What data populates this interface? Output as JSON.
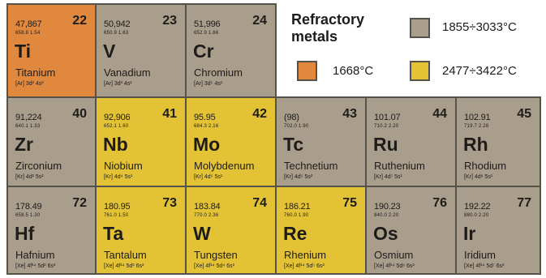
{
  "legend": {
    "title_line1": "Refractory",
    "title_line2": "metals",
    "ranges": [
      {
        "text": "1855÷3033°C",
        "color": "#a99d8b"
      },
      {
        "text": "1668°C",
        "color": "#e1883f"
      },
      {
        "text": "2477÷3422°C",
        "color": "#e3c236"
      }
    ]
  },
  "elements": [
    {
      "mass": "47,867",
      "z": "22",
      "props": "658.8   1.54",
      "symbol": "Ti",
      "name": "Titanium",
      "config": "[Ar] 3d² 4s²",
      "color": "#e1883f"
    },
    {
      "mass": "50,942",
      "z": "23",
      "props": "650.9   1.63",
      "symbol": "V",
      "name": "Vanadium",
      "config": "[Ar] 3d³ 4s²",
      "color": "#a99d8b"
    },
    {
      "mass": "51,996",
      "z": "24",
      "props": "652.9   1.66",
      "symbol": "Cr",
      "name": "Chromium",
      "config": "[Ar] 3d⁵ 4s¹",
      "color": "#a99d8b"
    },
    {
      "mass": "91,224",
      "z": "40",
      "props": "640.1   1.33",
      "symbol": "Zr",
      "name": "Zirconium",
      "config": "[Kr] 4d² 5s²",
      "color": "#a99d8b"
    },
    {
      "mass": "92,906",
      "z": "41",
      "props": "652.1   1.60",
      "symbol": "Nb",
      "name": "Niobium",
      "config": "[Kr] 4d⁴ 5s¹",
      "color": "#e3c236"
    },
    {
      "mass": "95.95",
      "z": "42",
      "props": "684.3   2.16",
      "symbol": "Mo",
      "name": "Molybdenum",
      "config": "[Kr] 4d⁵ 5s¹",
      "color": "#e3c236"
    },
    {
      "mass": "(98)",
      "z": "43",
      "props": "702.0   1.90",
      "symbol": "Tc",
      "name": "Technetium",
      "config": "[Kr] 4d⁵ 5s²",
      "color": "#a99d8b"
    },
    {
      "mass": "101.07",
      "z": "44",
      "props": "710.2   2.20",
      "symbol": "Ru",
      "name": "Ruthenium",
      "config": "[Kr] 4d⁷ 5s¹",
      "color": "#a99d8b"
    },
    {
      "mass": "102.91",
      "z": "45",
      "props": "719.7   2.28",
      "symbol": "Rh",
      "name": "Rhodium",
      "config": "[Kr] 4d⁸ 5s¹",
      "color": "#a99d8b"
    },
    {
      "mass": "178.49",
      "z": "72",
      "props": "658.5   1.30",
      "symbol": "Hf",
      "name": "Hafnium",
      "config": "[Xe] 4f¹⁴ 5d² 6s²",
      "color": "#a99d8b"
    },
    {
      "mass": "180.95",
      "z": "73",
      "props": "761.0   1.50",
      "symbol": "Ta",
      "name": "Tantalum",
      "config": "[Xe] 4f¹⁴ 5d³ 6s²",
      "color": "#e3c236"
    },
    {
      "mass": "183.84",
      "z": "74",
      "props": "770.0   2.36",
      "symbol": "W",
      "name": "Tungsten",
      "config": "[Xe] 4f¹⁴ 5d⁴ 6s²",
      "color": "#e3c236"
    },
    {
      "mass": "186.21",
      "z": "75",
      "props": "760.0   1.90",
      "symbol": "Re",
      "name": "Rhenium",
      "config": "[Xe] 4f¹⁴ 5d⁵ 6s²",
      "color": "#e3c236"
    },
    {
      "mass": "190.23",
      "z": "76",
      "props": "840.0   2.20",
      "symbol": "Os",
      "name": "Osmium",
      "config": "[Xe] 4f¹⁴ 5d⁶ 6s²",
      "color": "#a99d8b"
    },
    {
      "mass": "192.22",
      "z": "77",
      "props": "880.0   2.20",
      "symbol": "Ir",
      "name": "Iridium",
      "config": "[Xe] 4f¹⁴ 5d⁷ 6s²",
      "color": "#a99d8b"
    }
  ]
}
